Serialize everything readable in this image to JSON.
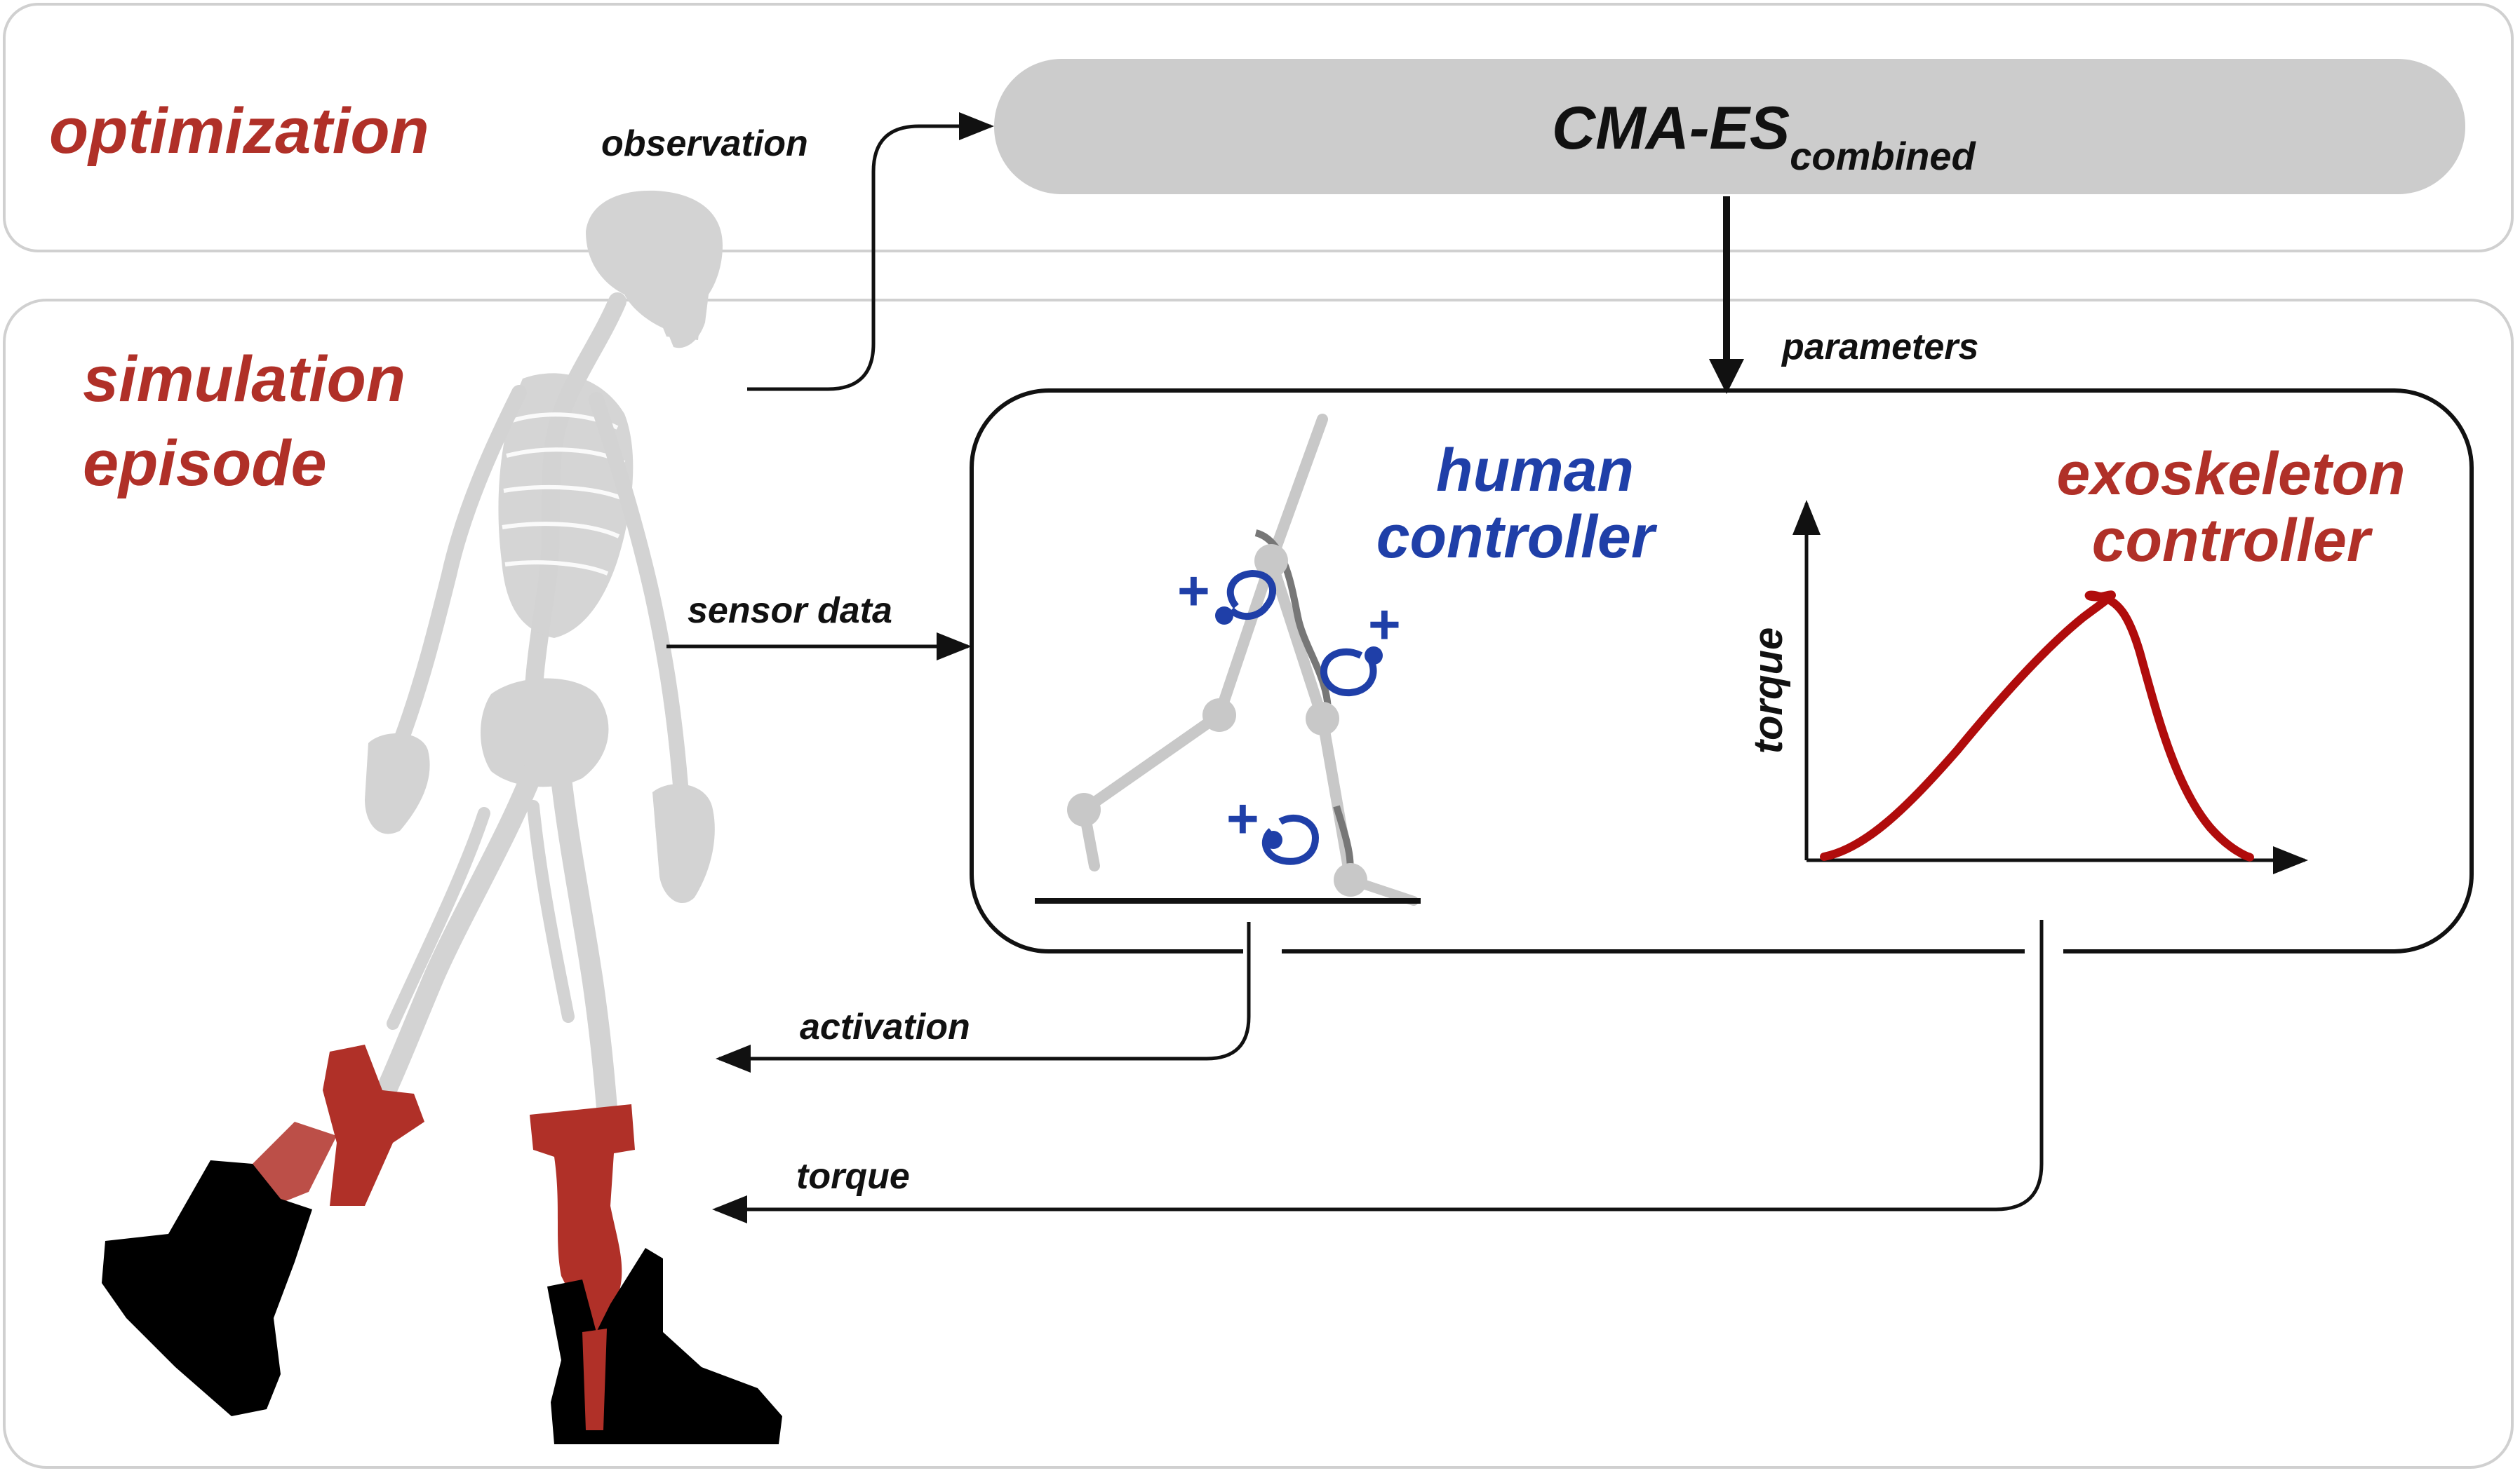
{
  "sections": {
    "optimization": "optimization",
    "simulation_line1": "simulation",
    "simulation_line2": "episode"
  },
  "optimizer": {
    "name": "CMA-ES",
    "subscript": "combined"
  },
  "controllers": {
    "human_line1": "human",
    "human_line2": "controller",
    "exo_line1": "exoskeleton",
    "exo_line2": "controller",
    "plot_ylabel": "torque"
  },
  "flows": {
    "observation": "observation",
    "parameters": "parameters",
    "sensor_data": "sensor data",
    "activation": "activation",
    "torque": "torque"
  },
  "icons": [
    "skeleton-figure",
    "exoskeleton-device",
    "boot",
    "leg-joint-model",
    "plus-icon",
    "circular-arrow-icon",
    "torque-profile-curve"
  ],
  "colors": {
    "accent_red": "#b03028",
    "human_blue": "#1f3fa8",
    "torque_curve": "#b00c0c",
    "optimizer_box": "#cccccc",
    "skeleton_gray": "#d3d3d3"
  }
}
